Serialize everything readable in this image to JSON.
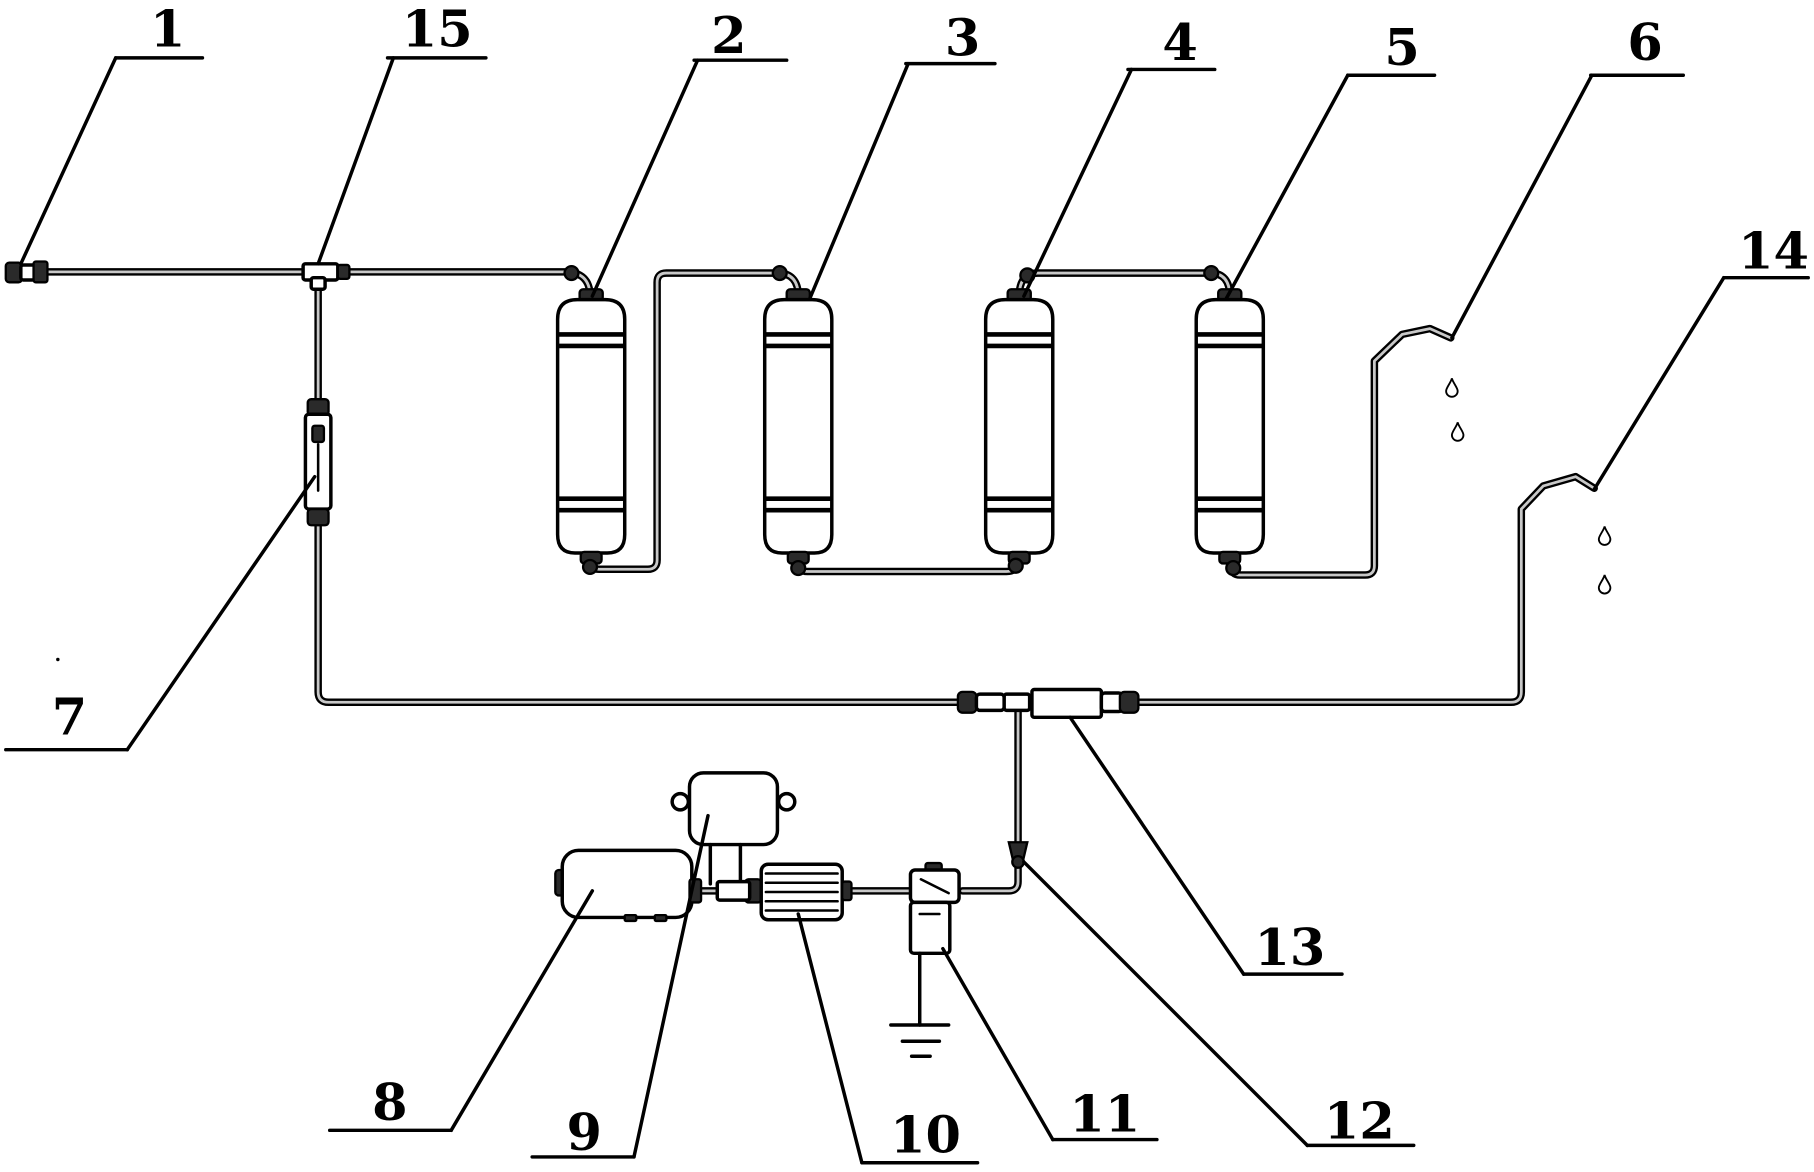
{
  "callouts": {
    "c1": "1",
    "c2": "2",
    "c3": "3",
    "c4": "4",
    "c5": "5",
    "c6": "6",
    "c7": "7",
    "c8": "8",
    "c9": "9",
    "c10": "10",
    "c11": "11",
    "c12": "12",
    "c13": "13",
    "c14": "14",
    "c15": "15"
  },
  "icons": {
    "droplet": "water-droplet-icon",
    "ground": "ground-symbol-icon"
  },
  "colors": {
    "ink": "#000000",
    "paper": "#ffffff",
    "tube": "#c8c8c8"
  }
}
